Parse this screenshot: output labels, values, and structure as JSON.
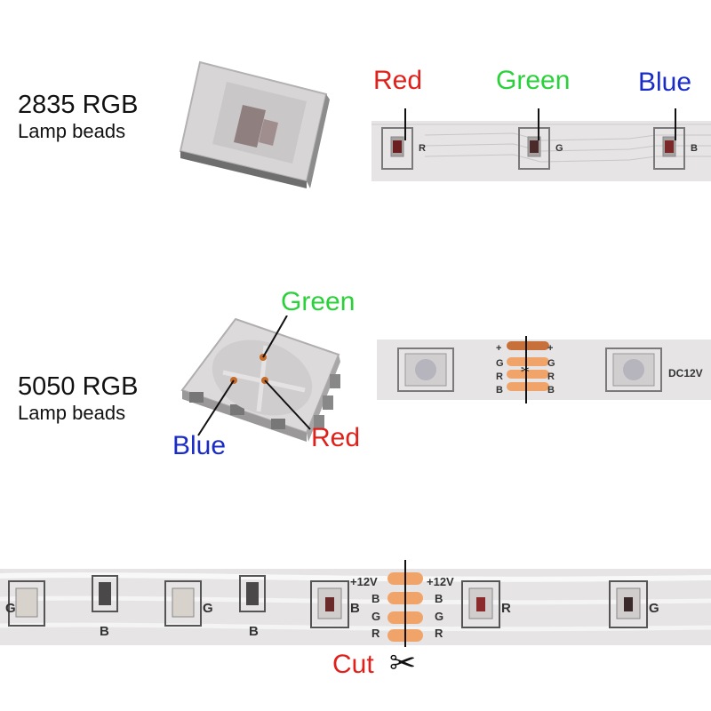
{
  "section_2835": {
    "model": "2835 RGB",
    "subtitle": "Lamp beads",
    "labels": {
      "red": "Red",
      "green": "Green",
      "blue": "Blue"
    },
    "strip_letters": [
      "R",
      "G",
      "B"
    ]
  },
  "section_5050": {
    "model": "5050 RGB",
    "subtitle": "Lamp beads",
    "labels": {
      "green": "Green",
      "blue": "Blue",
      "red": "Red"
    },
    "pad_labels": [
      "+",
      "G",
      "R",
      "B"
    ],
    "voltage": "DC12V"
  },
  "section_strip": {
    "pad_labels_left": [
      "+12V",
      "B",
      "G",
      "R"
    ],
    "pad_labels_right": [
      "+12V",
      "B",
      "G",
      "R"
    ],
    "bead_letters": [
      "G",
      "B",
      "G",
      "B",
      "B",
      "R",
      "G"
    ],
    "cut_label": "Cut"
  },
  "colors": {
    "red": "#e0201a",
    "green": "#2ad13a",
    "blue": "#1a2cc8",
    "pad": "#f0a46a",
    "strip": "#e6e4e4"
  }
}
